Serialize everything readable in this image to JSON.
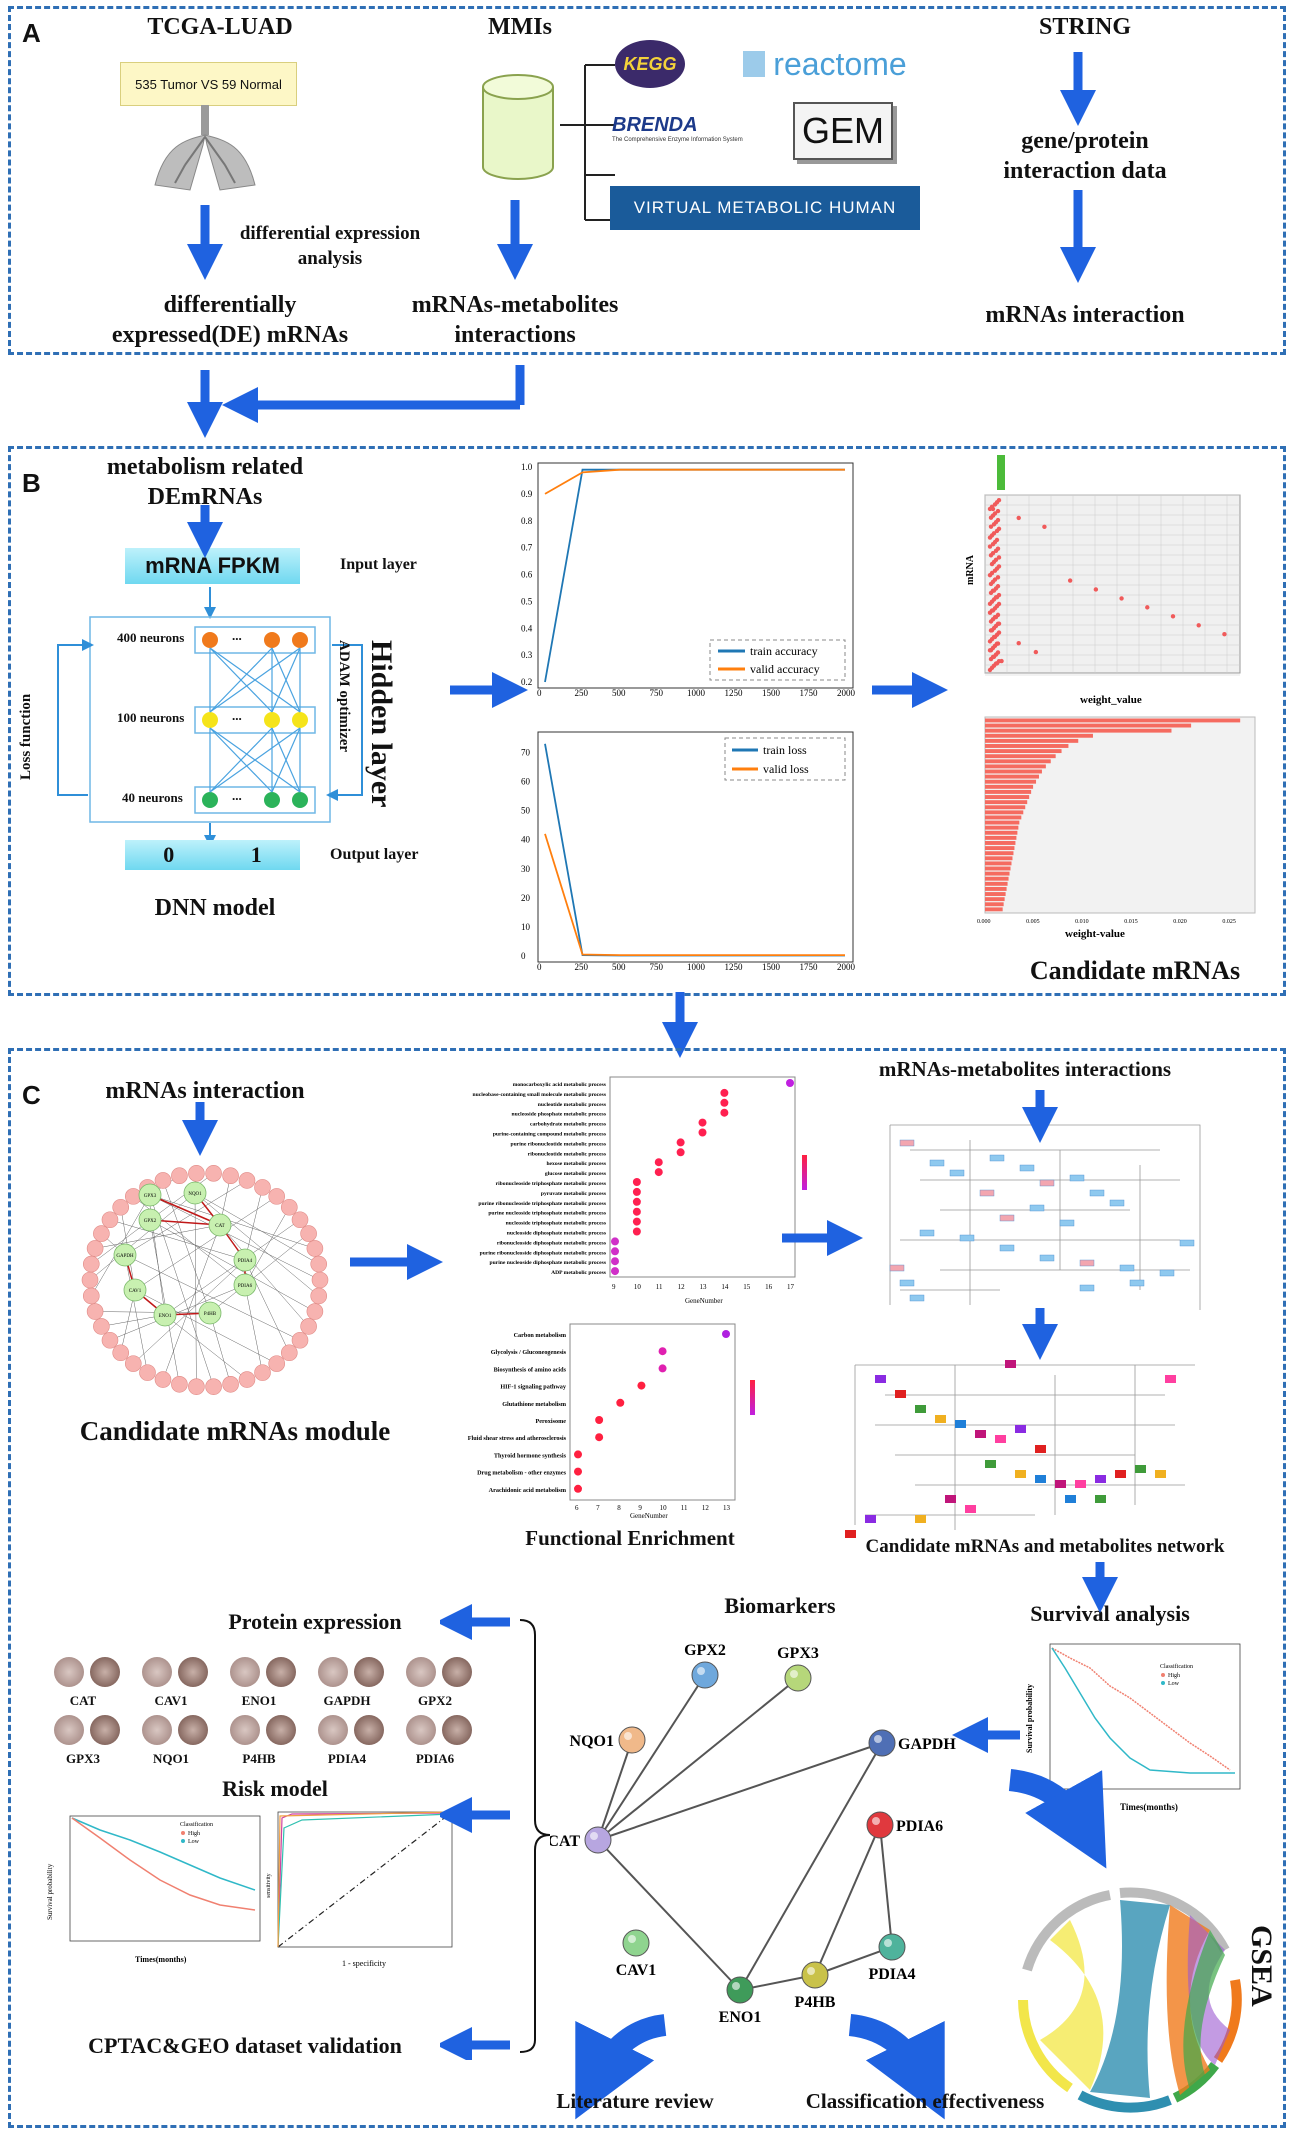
{
  "panelA": {
    "letter": "A",
    "tcga_title": "TCGA-LUAD",
    "tcga_box": "535 Tumor VS 59 Normal",
    "diff_analysis": "differential expression analysis",
    "de_mrnas": "differentially expressed(DE) mRNAs",
    "mmis_title": "MMIs",
    "mrna_metab": "mRNAs-metabolites interactions",
    "string_title": "STRING",
    "gene_protein": "gene/protein interaction data",
    "mrna_interaction": "mRNAs interaction",
    "logos": {
      "kegg": "KEGG",
      "reactome": "reactome",
      "brenda": "BRENDA",
      "brenda_sub": "The Comprehensive Enzyme Information System",
      "gem": "GEM",
      "vmh": "VIRTUAL METABOLIC HUMAN"
    }
  },
  "panelB": {
    "letter": "B",
    "metab_title": "metabolism related DEmRNAs",
    "mrna_fpkm": "mRNA FPKM",
    "input_layer": "Input layer",
    "n400": "400 neurons",
    "n100": "100 neurons",
    "n40": "40 neurons",
    "loss_fn": "Loss function",
    "adam": "ADAM optimizer",
    "hidden_layer": "Hidden layer",
    "out0": "0",
    "out1": "1",
    "output_layer": "Output layer",
    "dnn_model": "DNN model",
    "dots": "...",
    "candidate_mrnas": "Candidate mRNAs",
    "weight_value_x": "weight_value",
    "weight_value_x2": "weight-value",
    "mrna_y": "mRNA"
  },
  "panelC": {
    "letter": "C",
    "mrna_interaction": "mRNAs interaction",
    "candidate_module": "Candidate mRNAs module",
    "functional_enrichment": "Functional Enrichment",
    "gene_number": "GeneNumber",
    "mrna_metab": "mRNAs-metabolites interactions",
    "network_title": "Candidate mRNAs and metabolites network",
    "survival_analysis": "Survival analysis",
    "protein_expression": "Protein expression",
    "risk_model": "Risk model",
    "cptac": "CPTAC&GEO dataset validation",
    "biomarkers": "Biomarkers",
    "literature": "Literature review",
    "classification": "Classification effectiveness",
    "gsea": "GSEA",
    "ihc_labels": [
      "CAT",
      "CAV1",
      "ENO1",
      "GAPDH",
      "GPX2",
      "GPX3",
      "NQO1",
      "P4HB",
      "PDIA4",
      "PDIA6"
    ],
    "module_hubs": [
      "GPX3",
      "NQO1",
      "GPX2",
      "CAT",
      "GAPDH",
      "PDIA4",
      "CAV1",
      "PDIA6",
      "ENO1",
      "P4HB"
    ],
    "times_months": "Times(months)",
    "survival_prob": "Survival probability",
    "classification_legend": "Classification",
    "high": "High",
    "low": "Low",
    "specificity": "1 - specificity",
    "sensitivity": "sensitivity"
  },
  "network": {
    "nodes": [
      {
        "name": "GPX2",
        "color": "#6fa8dc"
      },
      {
        "name": "GPX3",
        "color": "#b6d77a"
      },
      {
        "name": "NQO1",
        "color": "#f0b98a"
      },
      {
        "name": "GAPDH",
        "color": "#4f6fb5"
      },
      {
        "name": "CAT",
        "color": "#b7a6e0"
      },
      {
        "name": "PDIA6",
        "color": "#e0393e"
      },
      {
        "name": "CAV1",
        "color": "#8fd48f"
      },
      {
        "name": "PDIA4",
        "color": "#4fb39c"
      },
      {
        "name": "ENO1",
        "color": "#3f9b5a"
      },
      {
        "name": "P4HB",
        "color": "#c9c24a"
      }
    ]
  },
  "chart_data": [
    {
      "type": "line",
      "x": [
        0,
        250,
        500,
        750,
        1000,
        1250,
        1500,
        1750,
        2000
      ],
      "ylim": [
        0.2,
        1.0
      ],
      "series": [
        {
          "name": "train accuracy",
          "values": [
            0.2,
            0.99,
            0.99,
            0.99,
            0.99,
            0.99,
            0.99,
            0.99,
            0.99
          ]
        },
        {
          "name": "valid accuracy",
          "values": [
            0.9,
            0.98,
            0.99,
            0.99,
            0.99,
            0.99,
            0.99,
            0.99,
            0.99
          ]
        }
      ],
      "xticks": [
        "0",
        "250",
        "500",
        "750",
        "1000",
        "1250",
        "1500",
        "1750",
        "2000"
      ],
      "yticks": [
        "0.2",
        "0.3",
        "0.4",
        "0.5",
        "0.6",
        "0.7",
        "0.8",
        "0.9",
        "1.0"
      ]
    },
    {
      "type": "line",
      "x": [
        0,
        250,
        500,
        750,
        1000,
        1250,
        1500,
        1750,
        2000
      ],
      "ylim": [
        0,
        75
      ],
      "series": [
        {
          "name": "train loss",
          "values": [
            73,
            0.3,
            0.2,
            0.2,
            0.2,
            0.2,
            0.2,
            0.2,
            0.2
          ]
        },
        {
          "name": "valid loss",
          "values": [
            42,
            0.5,
            0.3,
            0.3,
            0.3,
            0.3,
            0.3,
            0.3,
            0.3
          ]
        }
      ],
      "xticks": [
        "0",
        "250",
        "500",
        "750",
        "1000",
        "1250",
        "1500",
        "1750",
        "2000"
      ],
      "yticks": [
        "0",
        "10",
        "20",
        "30",
        "40",
        "50",
        "60",
        "70"
      ]
    },
    {
      "type": "scatter",
      "x": [
        0,
        0.003,
        0.006,
        0.009,
        0.012,
        0.015,
        0.018,
        0.021,
        0.024,
        0.027,
        0.003,
        0.005,
        0.001
      ],
      "y": [
        900,
        850,
        800,
        500,
        450,
        400,
        350,
        300,
        250,
        200,
        150,
        100,
        50
      ],
      "xlabel": "weight_value",
      "ylabel": "mRNA"
    },
    {
      "type": "bar",
      "values": [
        0.026,
        0.021,
        0.019,
        0.011,
        0.0095,
        0.0085,
        0.0078,
        0.0072,
        0.0067,
        0.0062,
        0.0058,
        0.0055,
        0.0052,
        0.0049,
        0.0047,
        0.0045,
        0.0043,
        0.0041,
        0.0039,
        0.0037,
        0.0035,
        0.0034,
        0.0033,
        0.0032,
        0.0031,
        0.003,
        0.0029,
        0.0028,
        0.0027,
        0.0026,
        0.0025,
        0.0024,
        0.0023,
        0.0022,
        0.0021,
        0.002,
        0.0019,
        0.0018
      ],
      "xlabel": "weight-value",
      "xticks": [
        "0.000",
        "0.005",
        "0.010",
        "0.015",
        "0.020",
        "0.025"
      ]
    },
    {
      "type": "scatter",
      "categories": [
        "monocarboxylic acid metabolic process",
        "nucleobase-containing small molecule metabolic process",
        "nucleotide metabolic process",
        "nucleoside phosphate metabolic process",
        "carbohydrate metabolic process",
        "purine-containing compound metabolic process",
        "purine ribonucleotide metabolic process",
        "ribonucleotide metabolic process",
        "hexose metabolic process",
        "glucose metabolic process",
        "ribonucleoside triphosphate metabolic process",
        "pyruvate metabolic process",
        "purine ribonucleoside triphosphate metabolic process",
        "purine nucleoside triphosphate metabolic process",
        "nucleoside triphosphate metabolic process",
        "nucleoside diphosphate metabolic process",
        "ribonucleoside diphosphate metabolic process",
        "purine ribonucleoside diphosphate metabolic process",
        "purine nucleoside diphosphate metabolic process",
        "ADP metabolic process"
      ],
      "values": [
        17,
        14,
        14,
        14,
        13,
        13,
        12,
        12,
        11,
        11,
        10,
        10,
        10,
        10,
        10,
        10,
        9,
        9,
        9,
        9
      ],
      "xlabel": "GeneNumber",
      "xticks": [
        "9",
        "10",
        "11",
        "12",
        "13",
        "14",
        "15",
        "16",
        "17"
      ]
    },
    {
      "type": "scatter",
      "categories": [
        "Carbon metabolism",
        "Glycolysis / Gluconeogenesis",
        "Biosynthesis of amino acids",
        "HIF-1 signaling pathway",
        "Glutathione metabolism",
        "Peroxisome",
        "Fluid shear stress and atherosclerosis",
        "Thyroid hormone synthesis",
        "Drug metabolism - other enzymes",
        "Arachidonic acid metabolism"
      ],
      "values": [
        13,
        10,
        10,
        9,
        8,
        7,
        7,
        6,
        6,
        6
      ],
      "xlabel": "GeneNumber",
      "xticks": [
        "6",
        "7",
        "8",
        "9",
        "10",
        "11",
        "12",
        "13"
      ]
    }
  ]
}
